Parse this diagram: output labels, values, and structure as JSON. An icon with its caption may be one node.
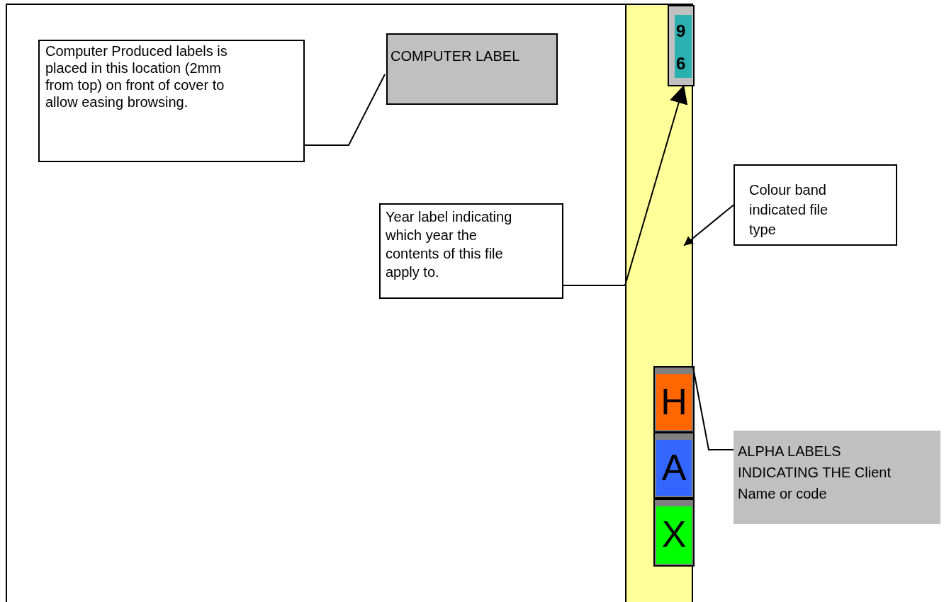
{
  "diagram": {
    "nodes": [
      {
        "text": [],
        "shape": "box"
      },
      {
        "text": [
          "Computer Produced labels is placed in this location (2mm from top) on front of cover to allow easing browsing."
        ],
        "in": 0
      },
      {
        "text": [
          "COMPUTER LABEL"
        ],
        "in": 0
      },
      {
        "text": [
          "Year label indicating which year the contents of this file apply to."
        ],
        "in": 0
      },
      {
        "text": [],
        "shape": "bar"
      },
      {
        "text": [
          "96"
        ],
        "in": 4
      },
      {
        "text": [
          "Colour band indicated file type"
        ]
      },
      {
        "text": [
          "H"
        ],
        "in": 4
      },
      {
        "text": [
          "A"
        ],
        "in": 4
      },
      {
        "text": [
          "X"
        ],
        "in": 4
      },
      {
        "text": [
          "ALPHA LABELS INDICATING THE Client Name or code"
        ]
      }
    ],
    "edges": [
      {
        "from": 1,
        "to": 2,
        "arrow": "none"
      },
      {
        "from": 3,
        "to": 5,
        "arrow": "to"
      },
      {
        "from": 6,
        "to": 4,
        "arrow": "to"
      },
      {
        "from": 10,
        "to": 7,
        "arrow": "none"
      }
    ]
  }
}
